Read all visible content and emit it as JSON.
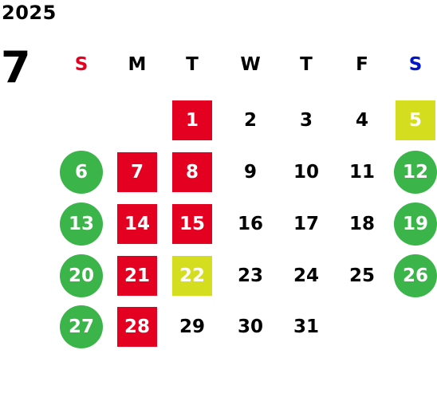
{
  "year": "2025",
  "month": "7",
  "colors": {
    "sunday": "#e30020",
    "saturday": "#0016c8",
    "red_box": "#e30020",
    "yellow_box": "#d4de1f",
    "green_circle": "#3bb44a"
  },
  "weekdays": [
    {
      "label": "S",
      "color": "#e30020"
    },
    {
      "label": "M",
      "color": "#000000"
    },
    {
      "label": "T",
      "color": "#000000"
    },
    {
      "label": "W",
      "color": "#000000"
    },
    {
      "label": "T",
      "color": "#000000"
    },
    {
      "label": "F",
      "color": "#000000"
    },
    {
      "label": "S",
      "color": "#0016c8"
    }
  ],
  "weeks": [
    [
      null,
      null,
      {
        "day": "1",
        "style": "red"
      },
      {
        "day": "2",
        "style": "plain"
      },
      {
        "day": "3",
        "style": "plain"
      },
      {
        "day": "4",
        "style": "plain"
      },
      {
        "day": "5",
        "style": "yellow"
      }
    ],
    [
      {
        "day": "6",
        "style": "green"
      },
      {
        "day": "7",
        "style": "red"
      },
      {
        "day": "8",
        "style": "red"
      },
      {
        "day": "9",
        "style": "plain"
      },
      {
        "day": "10",
        "style": "plain"
      },
      {
        "day": "11",
        "style": "plain"
      },
      {
        "day": "12",
        "style": "green"
      }
    ],
    [
      {
        "day": "13",
        "style": "green"
      },
      {
        "day": "14",
        "style": "red"
      },
      {
        "day": "15",
        "style": "red"
      },
      {
        "day": "16",
        "style": "plain"
      },
      {
        "day": "17",
        "style": "plain"
      },
      {
        "day": "18",
        "style": "plain"
      },
      {
        "day": "19",
        "style": "green"
      }
    ],
    [
      {
        "day": "20",
        "style": "green"
      },
      {
        "day": "21",
        "style": "red"
      },
      {
        "day": "22",
        "style": "yellow"
      },
      {
        "day": "23",
        "style": "plain"
      },
      {
        "day": "24",
        "style": "plain"
      },
      {
        "day": "25",
        "style": "plain"
      },
      {
        "day": "26",
        "style": "green"
      }
    ],
    [
      {
        "day": "27",
        "style": "green"
      },
      {
        "day": "28",
        "style": "red"
      },
      {
        "day": "29",
        "style": "plain"
      },
      {
        "day": "30",
        "style": "plain"
      },
      {
        "day": "31",
        "style": "plain"
      },
      null,
      null
    ]
  ]
}
